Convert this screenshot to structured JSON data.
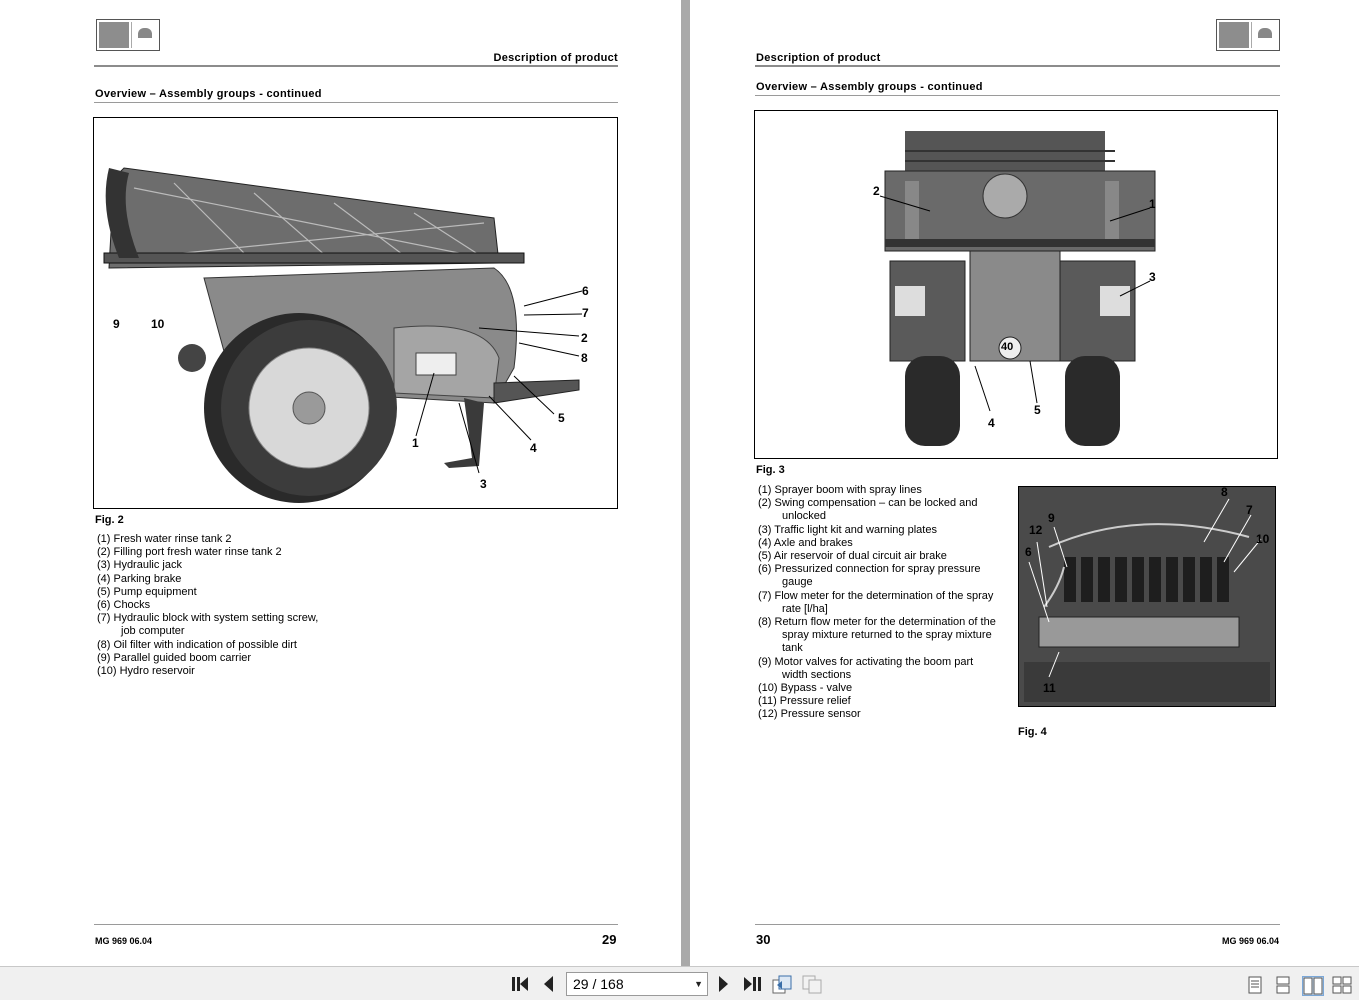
{
  "left_page": {
    "header": "Description of product",
    "section": "Overview – Assembly groups - continued",
    "fig_callouts": [
      "9",
      "10",
      "6",
      "7",
      "2",
      "8",
      "5",
      "4",
      "1",
      "3"
    ],
    "fig_caption": "Fig. 2",
    "legend": [
      {
        "text": "(1) Fresh water rinse tank 2",
        "indent": false
      },
      {
        "text": "(2) Filling port fresh water rinse tank 2",
        "indent": false
      },
      {
        "text": "(3) Hydraulic jack",
        "indent": false
      },
      {
        "text": "(4) Parking brake",
        "indent": false
      },
      {
        "text": "(5) Pump equipment",
        "indent": false
      },
      {
        "text": "(6) Chocks",
        "indent": false
      },
      {
        "text": "(7) Hydraulic block with system setting screw,",
        "indent": false
      },
      {
        "text": "job computer",
        "indent": true
      },
      {
        "text": "(8) Oil filter with indication of possible dirt",
        "indent": false
      },
      {
        "text": "(9) Parallel guided boom carrier",
        "indent": false
      },
      {
        "text": "(10) Hydro reservoir",
        "indent": false
      }
    ],
    "footer_code": "MG 969 06.04",
    "page_number": "29"
  },
  "right_page": {
    "header": "Description of product",
    "section": "Overview – Assembly groups - continued",
    "fig3_callouts": [
      "2",
      "1",
      "3",
      "4",
      "5"
    ],
    "fig3_plate": "40",
    "fig3_caption": "Fig. 3",
    "legend": [
      {
        "text": "(1) Sprayer boom with spray lines",
        "indent": false
      },
      {
        "text": "(2) Swing compensation – can be locked and",
        "indent": false
      },
      {
        "text": "unlocked",
        "indent": true
      },
      {
        "text": "(3) Traffic light kit and warning plates",
        "indent": false
      },
      {
        "text": "(4) Axle and brakes",
        "indent": false
      },
      {
        "text": "(5) Air reservoir of dual circuit air brake",
        "indent": false
      },
      {
        "text": "(6) Pressurized connection for spray pressure",
        "indent": false
      },
      {
        "text": "gauge",
        "indent": true
      },
      {
        "text": "(7) Flow meter for the determination of the spray",
        "indent": false
      },
      {
        "text": "rate [l/ha]",
        "indent": true
      },
      {
        "text": "(8) Return flow meter for the determination of the",
        "indent": false
      },
      {
        "text": "spray mixture returned to the spray mixture",
        "indent": true
      },
      {
        "text": "tank",
        "indent": true
      },
      {
        "text": "(9) Motor valves for activating the boom part",
        "indent": false
      },
      {
        "text": "width sections",
        "indent": true
      },
      {
        "text": "(10) Bypass - valve",
        "indent": false
      },
      {
        "text": "(11) Pressure relief",
        "indent": false
      },
      {
        "text": "(12) Pressure sensor",
        "indent": false
      }
    ],
    "fig4_callouts": [
      "8",
      "9",
      "7",
      "12",
      "10",
      "6",
      "11"
    ],
    "fig4_caption": "Fig. 4",
    "page_number": "30",
    "footer_code": "MG 969 06.04"
  },
  "toolbar": {
    "page_indicator": "29 / 168",
    "icons": [
      "first-page-icon",
      "previous-page-icon",
      "next-page-icon",
      "last-page-icon",
      "go-back-icon",
      "go-forward-icon",
      "single-page-view-icon",
      "continuous-view-icon",
      "facing-pages-view-icon",
      "continuous-facing-view-icon"
    ]
  }
}
